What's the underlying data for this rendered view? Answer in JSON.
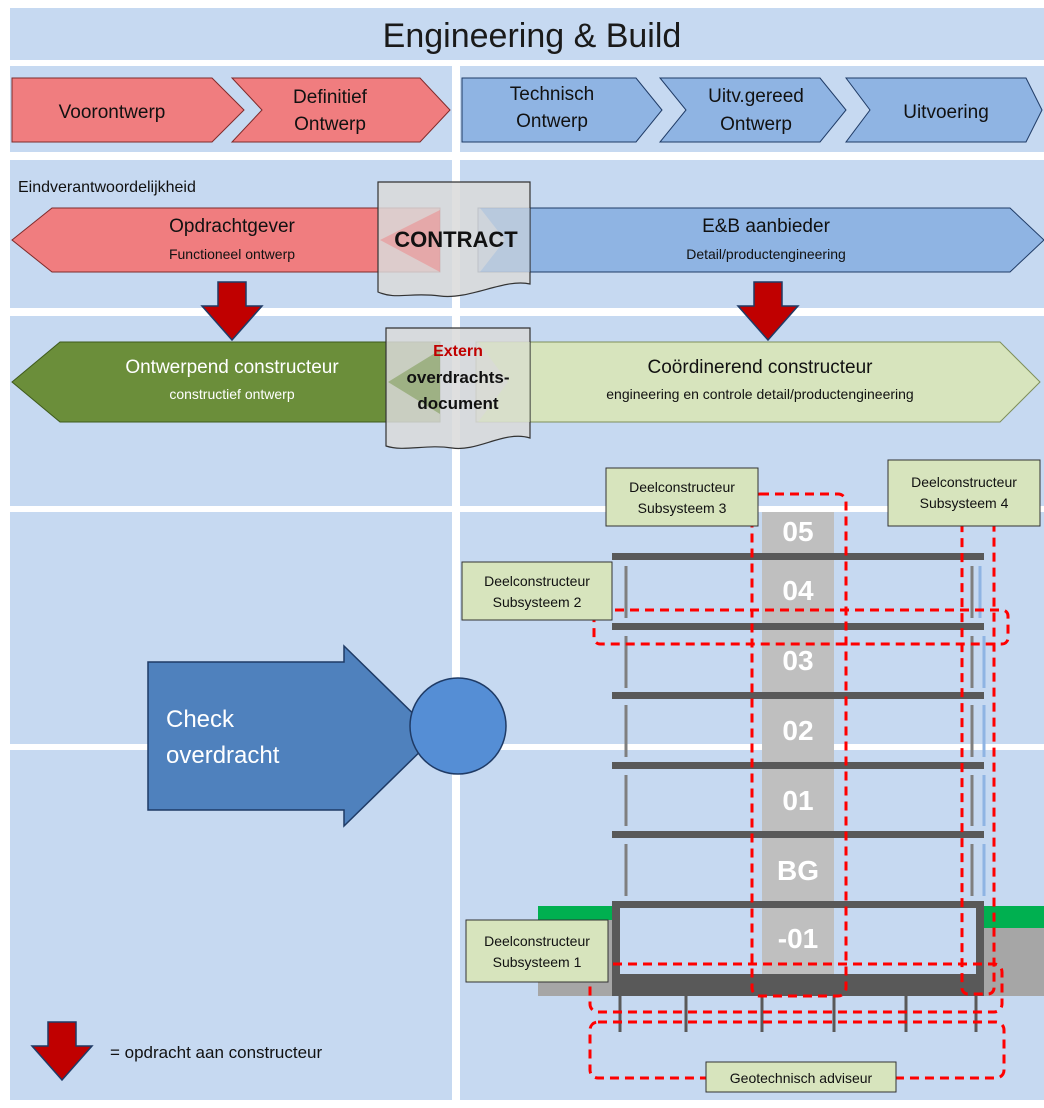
{
  "title": "Engineering & Build",
  "phases": [
    {
      "lines": [
        "Voorontwerp"
      ]
    },
    {
      "lines": [
        "Definitief",
        "Ontwerp"
      ]
    },
    {
      "lines": [
        "Technisch",
        "Ontwerp"
      ]
    },
    {
      "lines": [
        "Uitv.gereed",
        "Ontwerp"
      ]
    },
    {
      "lines": [
        "Uitvoering"
      ]
    }
  ],
  "responsibility": {
    "label": "Eindverantwoordelijkheid",
    "client_title": "Opdrachtgever",
    "client_sub": "Functioneel ontwerp",
    "contract": "CONTRACT",
    "provider_title": "E&B aanbieder",
    "provider_sub": "Detail/productengineering"
  },
  "engineers": {
    "design_title": "Ontwerpend constructeur",
    "design_sub": "constructief ontwerp",
    "doc_line1": "Extern",
    "doc_line2": "overdrachts-",
    "doc_line3": "document",
    "coord_title": "Coördinerend constructeur",
    "coord_sub": "engineering en controle detail/productengineering"
  },
  "check": {
    "line1": "Check",
    "line2": "overdracht"
  },
  "floors": [
    "05",
    "04",
    "03",
    "02",
    "01",
    "BG",
    "-01"
  ],
  "subsystems": {
    "s3_l1": "Deelconstructeur",
    "s3_l2": "Subsysteem 3",
    "s4_l1": "Deelconstructeur",
    "s4_l2": "Subsysteem 4",
    "s2_l1": "Deelconstructeur",
    "s2_l2": "Subsysteem 2",
    "s1_l1": "Deelconstructeur",
    "s1_l2": "Subsysteem 1"
  },
  "geotech": "Geotechnisch adviseur",
  "legend": "= opdracht aan constructeur",
  "colors": {
    "panel": "#c6d9f1",
    "red_phase": "#f07d7f",
    "blue_phase": "#8fb4e3",
    "dark_green": "#6b8e3a",
    "light_green": "#d7e4bd",
    "arrow_red": "#c00000",
    "check_blue": "#4f81bd",
    "dashed_red": "#ff0000"
  }
}
